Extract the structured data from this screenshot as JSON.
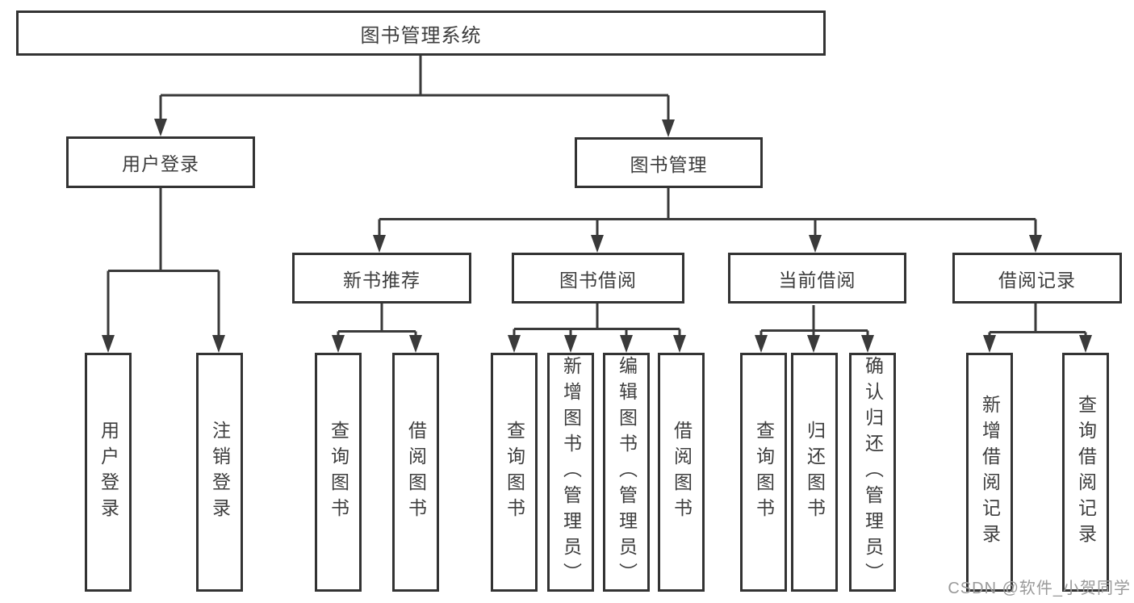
{
  "diagram": {
    "root": {
      "label": "图书管理系统"
    },
    "level2": [
      {
        "label": "用户登录"
      },
      {
        "label": "图书管理"
      }
    ],
    "level3": [
      {
        "label": "新书推荐"
      },
      {
        "label": "图书借阅"
      },
      {
        "label": "当前借阅"
      },
      {
        "label": "借阅记录"
      }
    ],
    "leaves": {
      "user_login": [
        "用户登录",
        "注销登录"
      ],
      "new_book": [
        "查询图书",
        "借阅图书"
      ],
      "book_borrow": [
        "查询图书",
        "新增图书（管理员）",
        "编辑图书（管理员）",
        "借阅图书"
      ],
      "current_borrow": [
        "查询图书",
        "归还图书",
        "确认归还（管理员）"
      ],
      "borrow_record": [
        "新增借阅记录",
        "查询借阅记录"
      ]
    }
  },
  "watermark": {
    "text": "CSDN @软件_小贺同学",
    "color": "#9a9a9a"
  },
  "colors": {
    "line": "#3a3a3a",
    "box_border": "#333333",
    "text": "#3d3d3d",
    "background": "#ffffff"
  }
}
